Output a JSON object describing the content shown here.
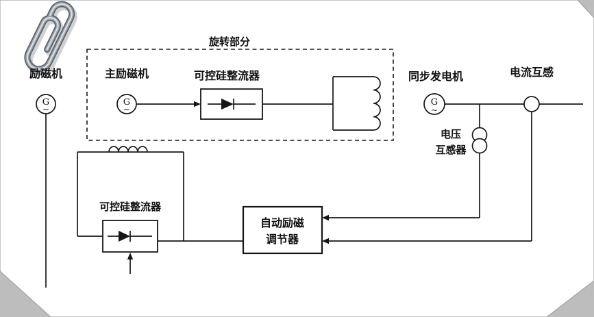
{
  "colors": {
    "photo_background": "#bdbdbd",
    "paper": "#ffffff",
    "line": "#161616",
    "text": "#111111"
  },
  "diagram": {
    "rotating_section_label": "旋转部分",
    "pilot_exciter_label": "励磁机",
    "main_exciter_label": "主励磁机",
    "rectifier_top_label": "可控硅整流器",
    "rectifier_bottom_label": "可控硅整流器",
    "sync_generator_label": "同步发电机",
    "current_transformer_label": "电流互感",
    "voltage_transformer_label_line1": "电压",
    "voltage_transformer_label_line2": "互感器",
    "regulator_label_line1": "自动励磁",
    "regulator_label_line2": "调节器",
    "generator_letter": "G",
    "generator_wave": "~"
  }
}
